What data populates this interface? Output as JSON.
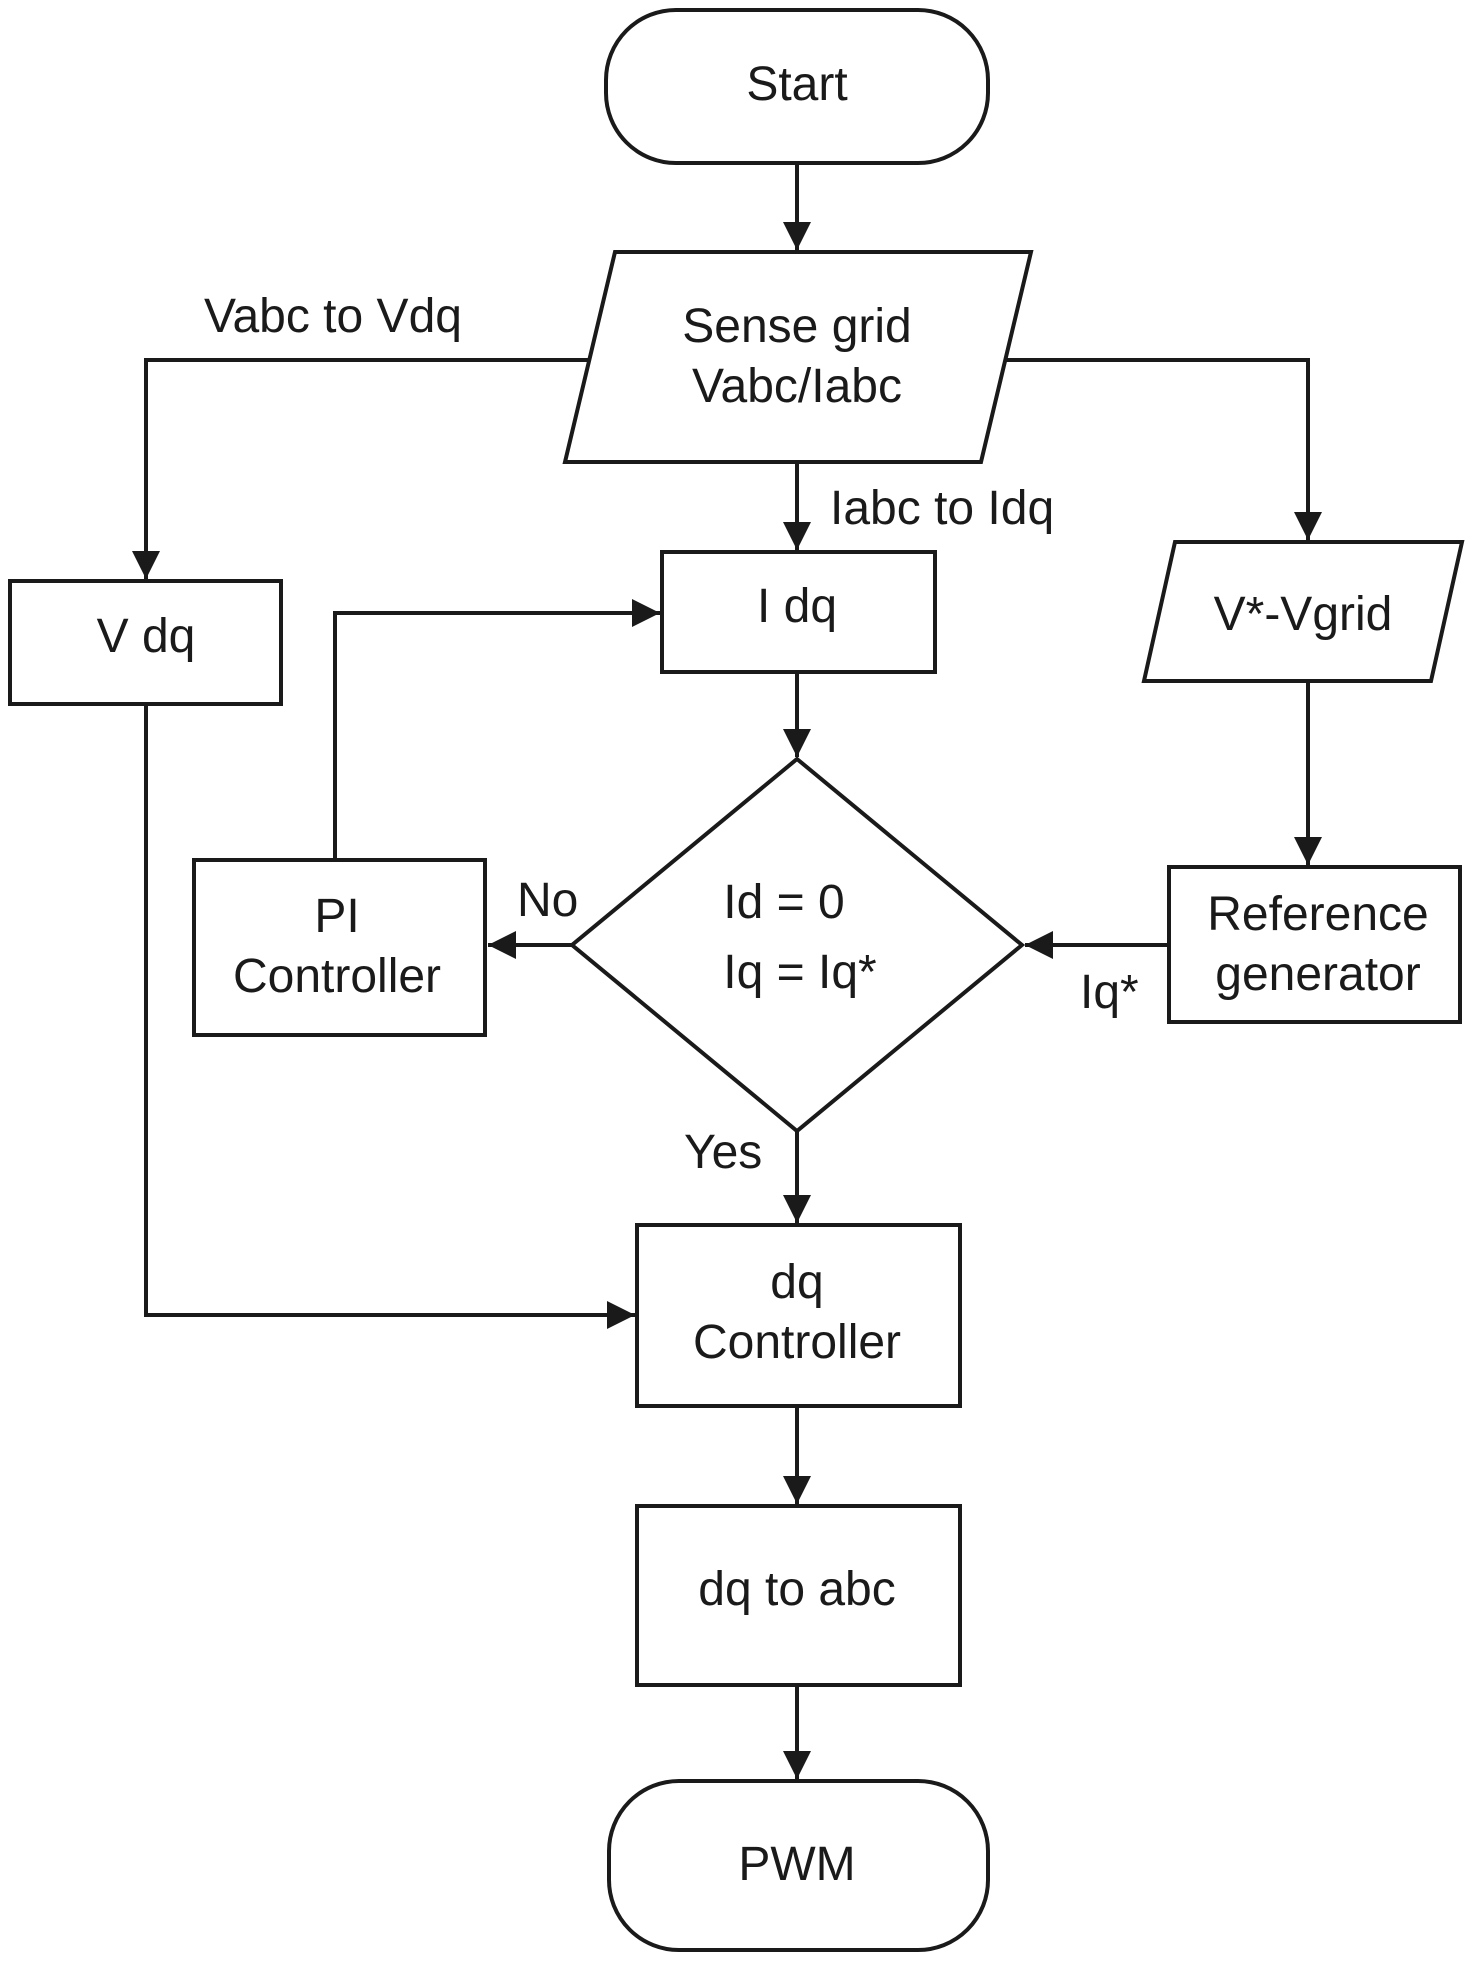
{
  "nodes": {
    "start": "Start",
    "sense": [
      "Sense grid",
      "Vabc/Iabc"
    ],
    "vdq": "V dq",
    "idq": "I dq",
    "vgrid": "V*-Vgrid",
    "decision": [
      "Id = 0",
      "Iq = Iq*"
    ],
    "pi": [
      "PI",
      "Controller"
    ],
    "ref": [
      "Reference",
      "generator"
    ],
    "dqctrl": [
      "dq",
      "Controller"
    ],
    "dq2abc": "dq to abc",
    "pwm": "PWM"
  },
  "edges": {
    "vabc_to_vdq": "Vabc to Vdq",
    "iabc_to_idq": "Iabc to Idq",
    "no": "No",
    "yes": "Yes",
    "iq_star": "Iq*"
  }
}
